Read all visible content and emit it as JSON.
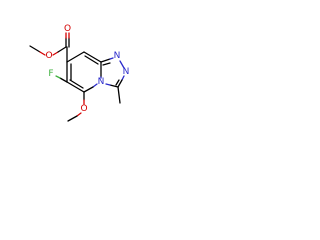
{
  "molecule": {
    "atoms": {
      "o_carbonyl": {
        "symbol": "O",
        "color": "#d40000"
      },
      "o_ester": {
        "symbol": "O",
        "color": "#d40000"
      },
      "o_methoxy": {
        "symbol": "O",
        "color": "#d40000"
      },
      "f": {
        "symbol": "F",
        "color": "#40b040"
      },
      "n_bridge": {
        "symbol": "N",
        "color": "#2a2acc"
      },
      "n_top1": {
        "symbol": "N",
        "color": "#2a2acc"
      },
      "n_top2": {
        "symbol": "N",
        "color": "#2a2acc"
      }
    },
    "colors": {
      "bond": "#000000",
      "oxygen": "#d40000",
      "nitrogen": "#2a2acc",
      "fluorine": "#40b040",
      "background": "#ffffff"
    }
  }
}
